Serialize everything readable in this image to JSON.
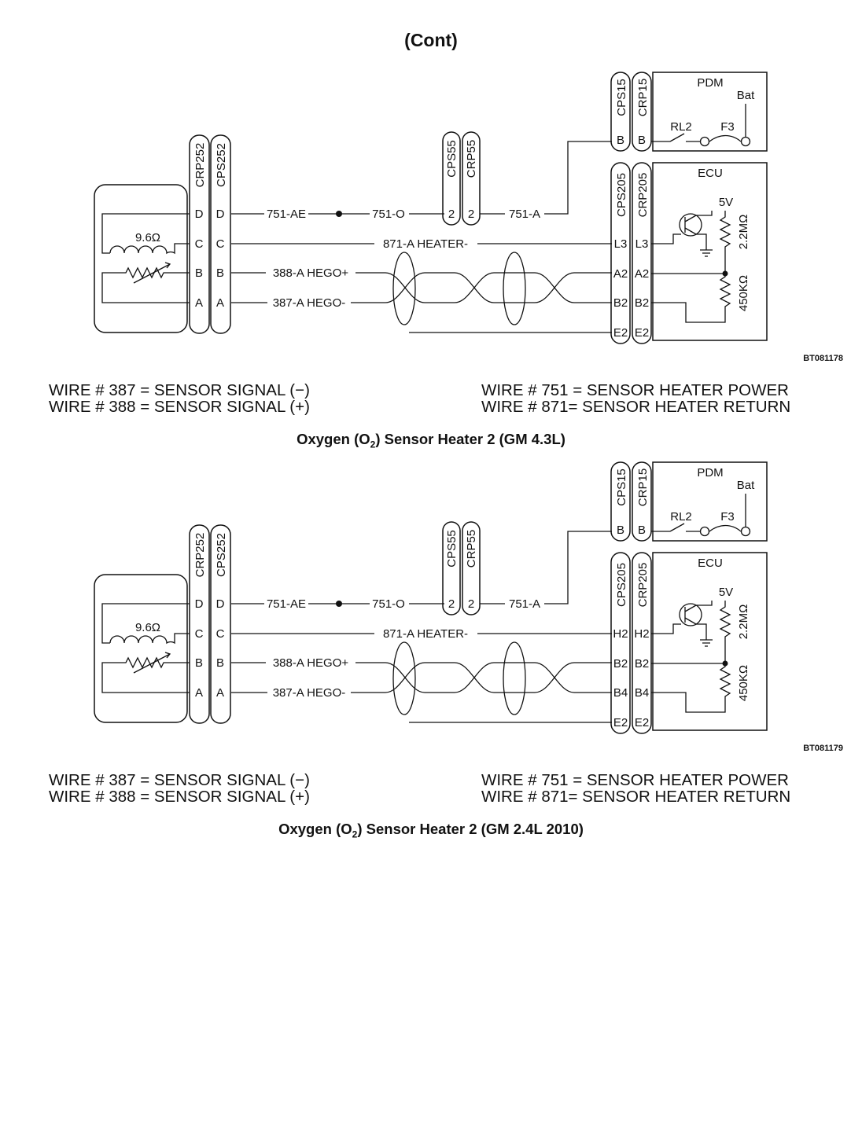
{
  "page_heading": "(Cont)",
  "diagrams": [
    {
      "id": "BT081178",
      "sensor": {
        "resistance": "9.6Ω",
        "pins": [
          "D",
          "C",
          "B",
          "A"
        ]
      },
      "connector_252": {
        "left": "CRP252",
        "right": "CPS252",
        "pins": [
          "D",
          "C",
          "B",
          "A"
        ]
      },
      "connector_55": {
        "left": "CPS55",
        "right": "CRP55",
        "pins": [
          "2"
        ]
      },
      "connector_15": {
        "left": "CPS15",
        "right": "CRP15",
        "pins": [
          "B"
        ]
      },
      "connector_205": {
        "left": "CPS205",
        "right": "CRP205",
        "pins": [
          "L3",
          "A2",
          "B2",
          "E2"
        ]
      },
      "wires": {
        "w751_ae": "751-AE",
        "w751_o": "751-O",
        "w751_a": "751-A",
        "w871": "871-A HEATER-",
        "w388": "388-A HEGO+",
        "w387": "387-A HEGO-"
      },
      "pdm": {
        "title": "PDM",
        "bat": "Bat",
        "relay": "RL2",
        "fuse": "F3"
      },
      "ecu": {
        "title": "ECU",
        "voltage": "5V",
        "r_top": "2.2MΩ",
        "r_bottom": "450KΩ"
      },
      "legend_left": [
        "WIRE # 387 = SENSOR SIGNAL (−)",
        "WIRE # 388 = SENSOR SIGNAL (+)"
      ],
      "legend_right": [
        "WIRE # 751 = SENSOR HEATER POWER",
        "WIRE # 871= SENSOR HEATER RETURN"
      ],
      "title_prefix": "Oxygen (O",
      "title_sub": "2",
      "title_suffix": ") Sensor Heater 2 (GM 4.3L)"
    },
    {
      "id": "BT081179",
      "sensor": {
        "resistance": "9.6Ω",
        "pins": [
          "D",
          "C",
          "B",
          "A"
        ]
      },
      "connector_252": {
        "left": "CRP252",
        "right": "CPS252",
        "pins": [
          "D",
          "C",
          "B",
          "A"
        ]
      },
      "connector_55": {
        "left": "CPS55",
        "right": "CRP55",
        "pins": [
          "2"
        ]
      },
      "connector_15": {
        "left": "CPS15",
        "right": "CRP15",
        "pins": [
          "B"
        ]
      },
      "connector_205": {
        "left": "CPS205",
        "right": "CRP205",
        "pins": [
          "H2",
          "B2",
          "B4",
          "E2"
        ]
      },
      "wires": {
        "w751_ae": "751-AE",
        "w751_o": "751-O",
        "w751_a": "751-A",
        "w871": "871-A HEATER-",
        "w388": "388-A HEGO+",
        "w387": "387-A HEGO-"
      },
      "pdm": {
        "title": "PDM",
        "bat": "Bat",
        "relay": "RL2",
        "fuse": "F3"
      },
      "ecu": {
        "title": "ECU",
        "voltage": "5V",
        "r_top": "2.2MΩ",
        "r_bottom": "450KΩ"
      },
      "legend_left": [
        "WIRE # 387 = SENSOR SIGNAL (−)",
        "WIRE # 388 = SENSOR SIGNAL (+)"
      ],
      "legend_right": [
        "WIRE # 751 = SENSOR HEATER POWER",
        "WIRE # 871= SENSOR HEATER RETURN"
      ],
      "title_prefix": "Oxygen (O",
      "title_sub": "2",
      "title_suffix": ") Sensor Heater 2 (GM 2.4L 2010)"
    }
  ]
}
